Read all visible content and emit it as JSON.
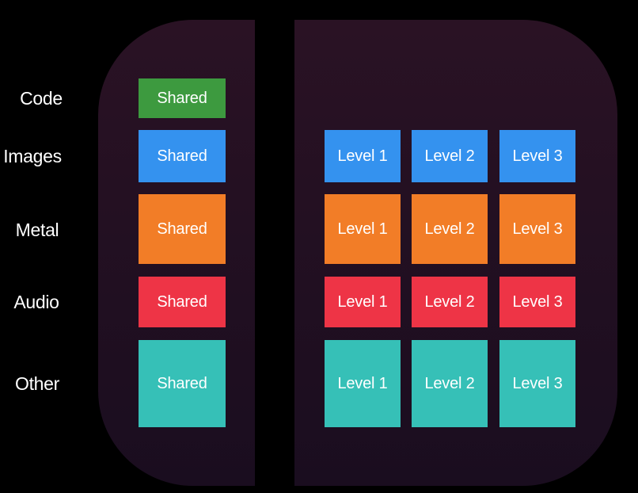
{
  "colors": {
    "background": "#000000",
    "panel": "#22101f",
    "code": "#3d9a3f",
    "images": "#3492ef",
    "metal": "#f27d27",
    "audio": "#ee3446",
    "other": "#36c0b7"
  },
  "rows": [
    {
      "label": "Code",
      "shared": "Shared",
      "levels": []
    },
    {
      "label": "Images",
      "shared": "Shared",
      "levels": [
        "Level 1",
        "Level 2",
        "Level 3"
      ]
    },
    {
      "label": "Metal",
      "shared": "Shared",
      "levels": [
        "Level 1",
        "Level 2",
        "Level 3"
      ]
    },
    {
      "label": "Audio",
      "shared": "Shared",
      "levels": [
        "Level 1",
        "Level 2",
        "Level 3"
      ]
    },
    {
      "label": "Other",
      "shared": "Shared",
      "levels": [
        "Level 1",
        "Level 2",
        "Level 3"
      ]
    }
  ]
}
